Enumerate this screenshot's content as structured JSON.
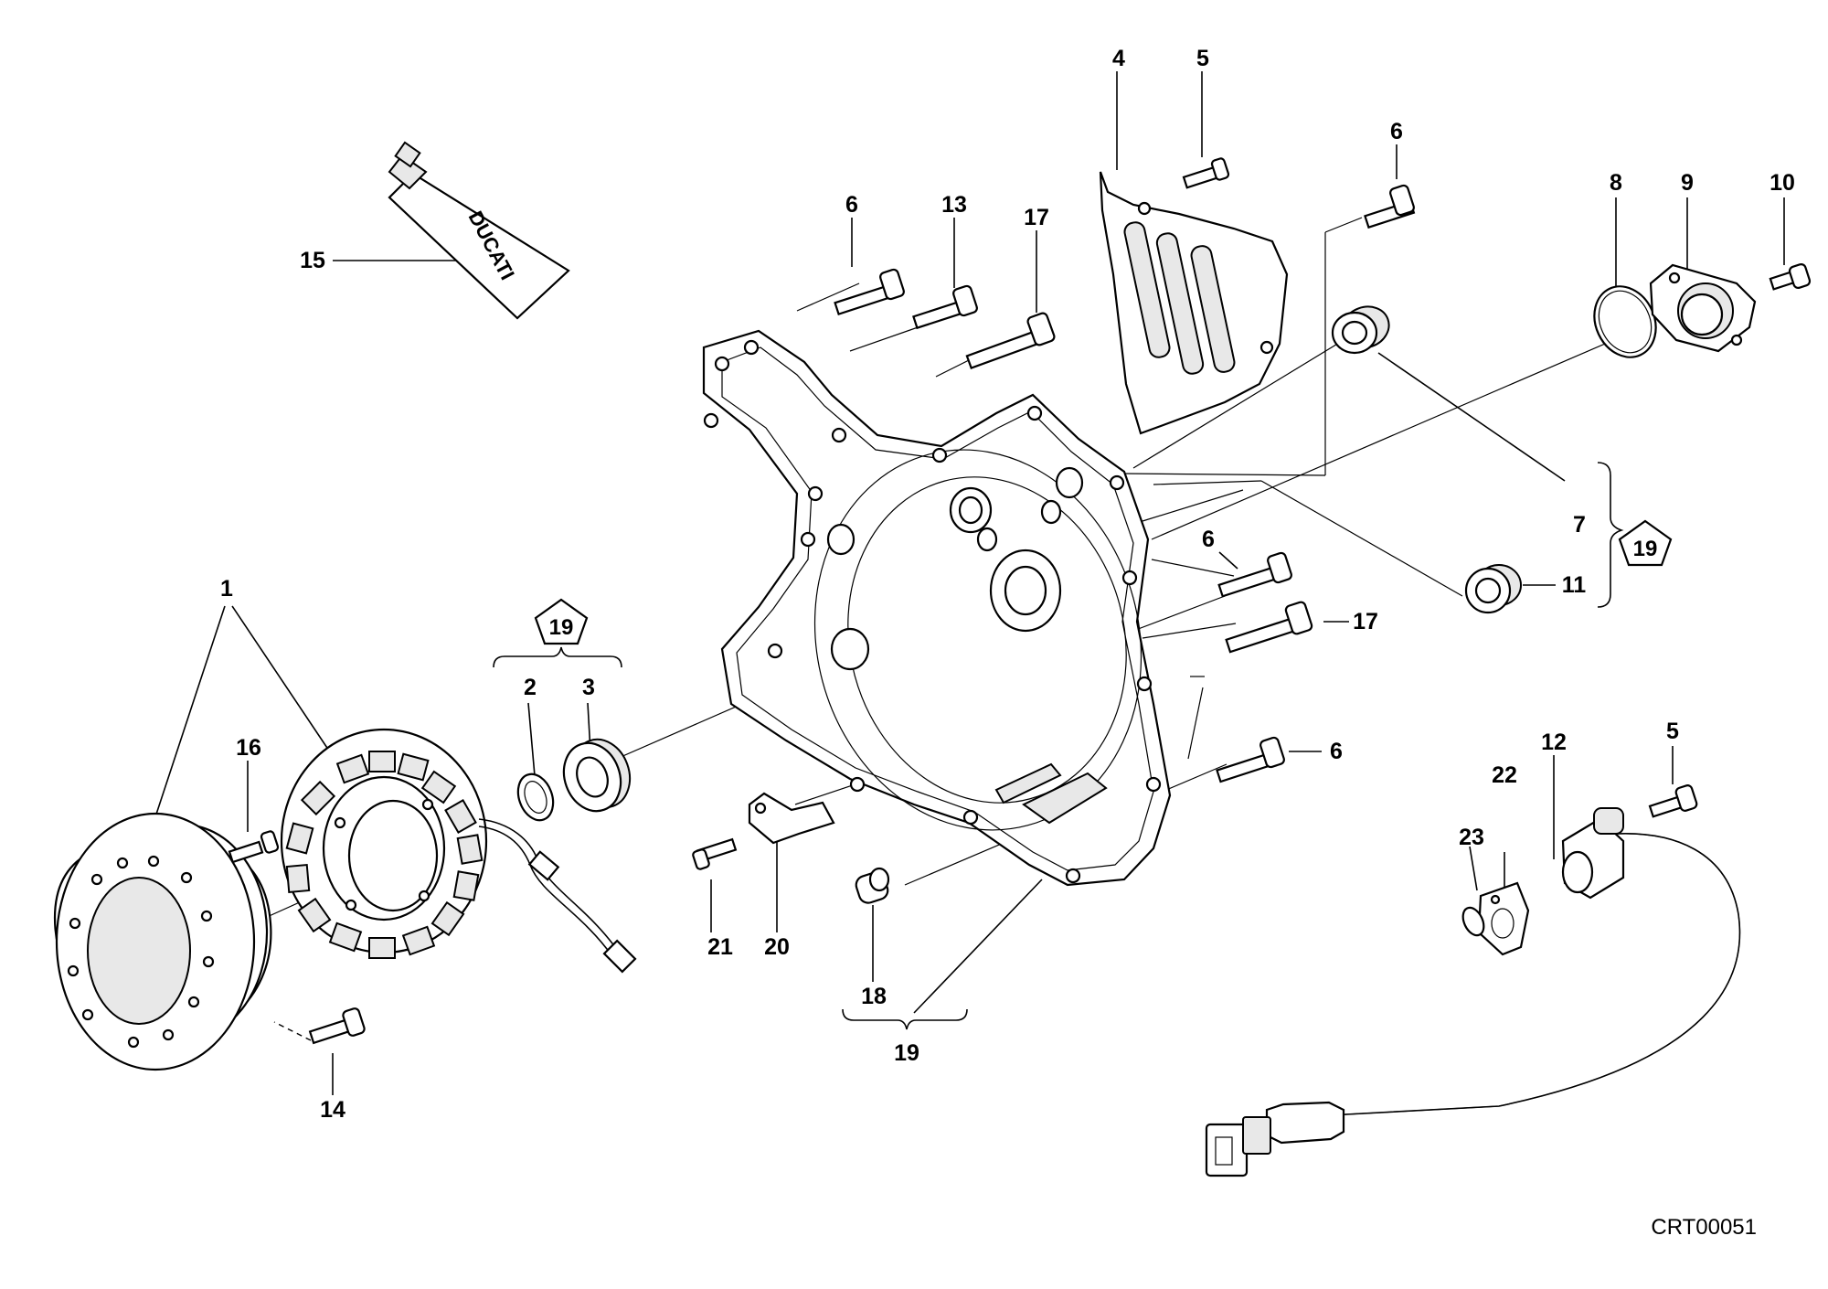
{
  "diagram": {
    "brand_text": "DUCATI",
    "drawing_code": "CRT00051",
    "kit_symbol": "19",
    "callouts": [
      {
        "id": "c1",
        "label": "1"
      },
      {
        "id": "c2",
        "label": "2"
      },
      {
        "id": "c3",
        "label": "3"
      },
      {
        "id": "c4",
        "label": "4"
      },
      {
        "id": "c5a",
        "label": "5"
      },
      {
        "id": "c5b",
        "label": "5"
      },
      {
        "id": "c6a",
        "label": "6"
      },
      {
        "id": "c6b",
        "label": "6"
      },
      {
        "id": "c6c",
        "label": "6"
      },
      {
        "id": "c6d",
        "label": "6"
      },
      {
        "id": "c7",
        "label": "7"
      },
      {
        "id": "c8",
        "label": "8"
      },
      {
        "id": "c9",
        "label": "9"
      },
      {
        "id": "c10",
        "label": "10"
      },
      {
        "id": "c11",
        "label": "11"
      },
      {
        "id": "c12",
        "label": "12"
      },
      {
        "id": "c13",
        "label": "13"
      },
      {
        "id": "c14",
        "label": "14"
      },
      {
        "id": "c15",
        "label": "15"
      },
      {
        "id": "c16",
        "label": "16"
      },
      {
        "id": "c17a",
        "label": "17"
      },
      {
        "id": "c17b",
        "label": "17"
      },
      {
        "id": "c18",
        "label": "18"
      },
      {
        "id": "c19",
        "label": "19"
      },
      {
        "id": "c20",
        "label": "20"
      },
      {
        "id": "c21",
        "label": "21"
      },
      {
        "id": "c22",
        "label": "22"
      },
      {
        "id": "c23",
        "label": "23"
      }
    ]
  }
}
